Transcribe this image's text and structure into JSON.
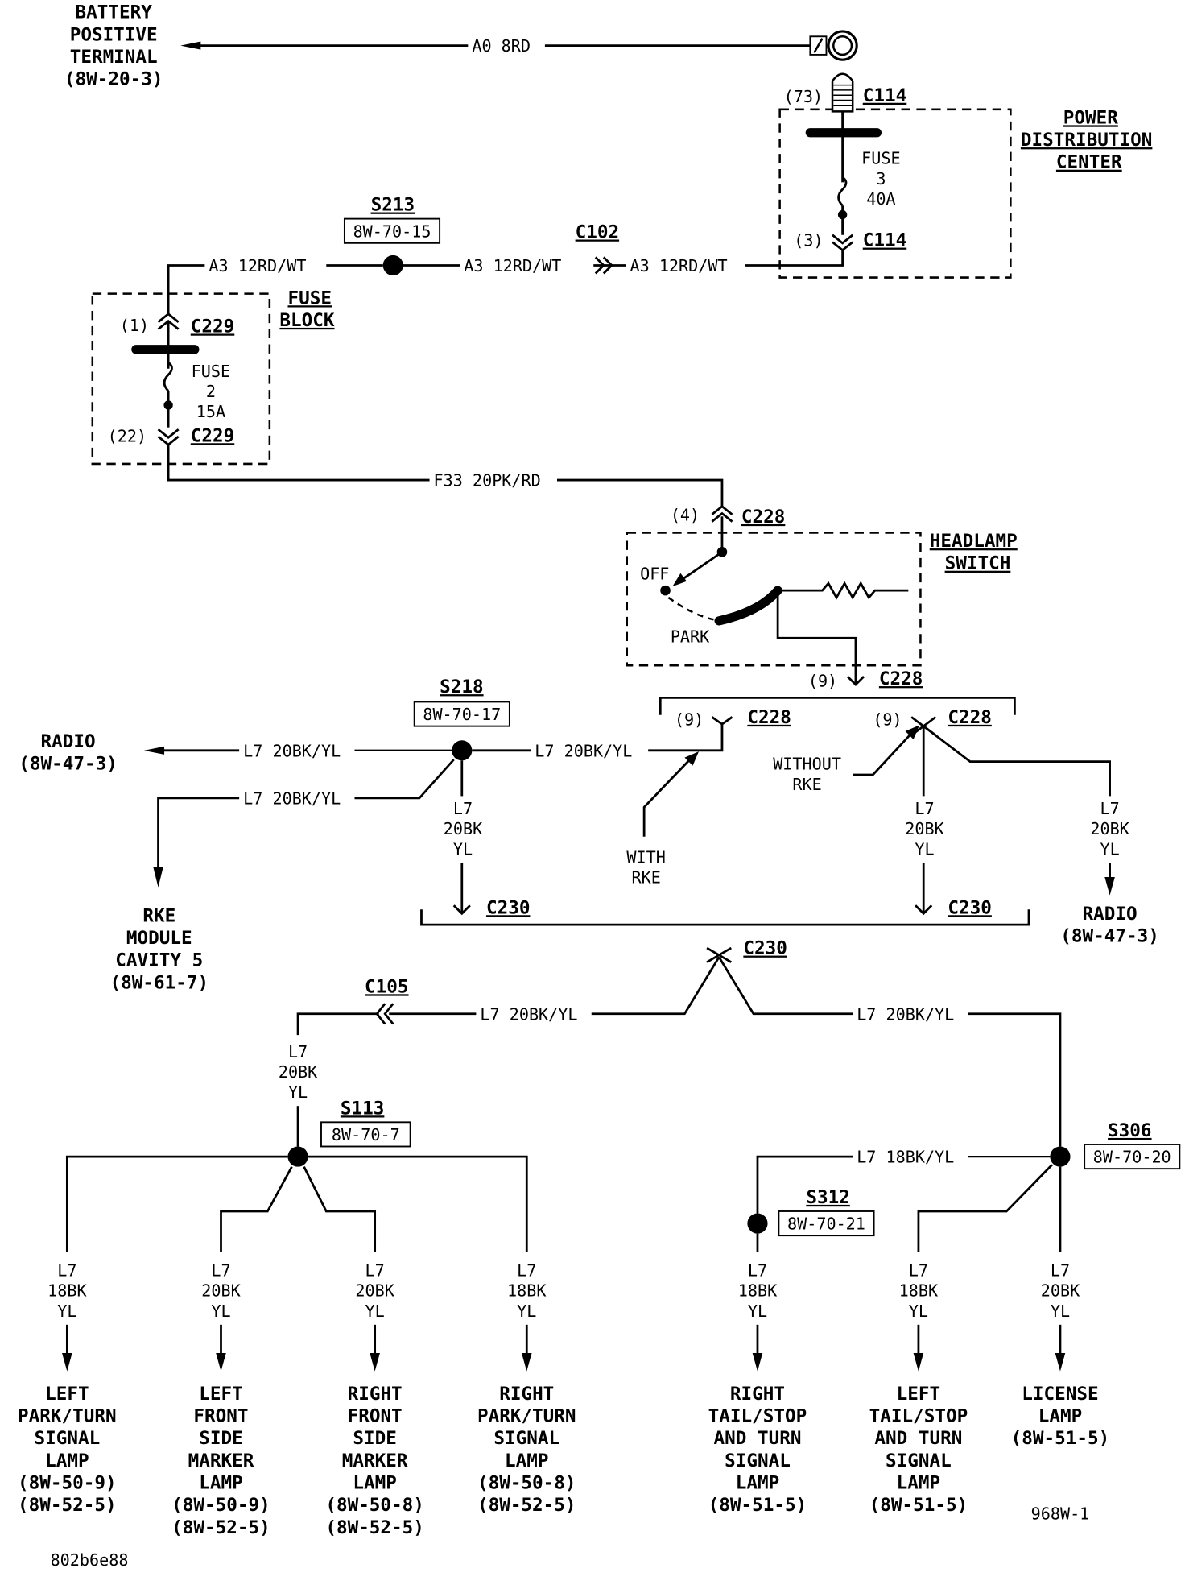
{
  "diagram": {
    "figure_id": "968W-1",
    "image_code": "802b6e88",
    "colors": {
      "ink": "#000000",
      "paper": "#ffffff"
    }
  },
  "sources": {
    "battery": {
      "lines": [
        "BATTERY",
        "POSITIVE",
        "TERMINAL",
        "(8W-20-3)"
      ]
    },
    "battery_wire": "A0 8RD"
  },
  "pdc": {
    "title_lines": [
      "POWER",
      "DISTRIBUTION",
      "CENTER"
    ],
    "c114_top": {
      "name": "C114",
      "pin": "(73)"
    },
    "fuse": {
      "label": "FUSE",
      "number": "3",
      "rating": "40A"
    },
    "c114_bottom": {
      "name": "C114",
      "pin": "(3)"
    }
  },
  "s213": {
    "name": "S213",
    "ref": "8W-70-15"
  },
  "c102": {
    "name": "C102"
  },
  "a3_wires": [
    "A3 12RD/WT",
    "A3 12RD/WT",
    "A3 12RD/WT"
  ],
  "fuse_block": {
    "title_lines": [
      "FUSE",
      "BLOCK"
    ],
    "c229_top": {
      "name": "C229",
      "pin": "(1)"
    },
    "fuse": {
      "label": "FUSE",
      "number": "2",
      "rating": "15A"
    },
    "c229_bottom": {
      "name": "C229",
      "pin": "(22)"
    }
  },
  "f33_wire": "F33 20PK/RD",
  "headlamp_switch": {
    "title_lines": [
      "HEADLAMP",
      "SWITCH"
    ],
    "c228_in": {
      "name": "C228",
      "pin": "(4)"
    },
    "positions": {
      "off": "OFF",
      "park": "PARK"
    },
    "c228_out": {
      "name": "C228",
      "pin": "(9)"
    }
  },
  "c228_options": {
    "with_rke": {
      "name": "C228",
      "pin": "(9)",
      "label_lines": [
        "WITH",
        "RKE"
      ]
    },
    "without_rke": {
      "name": "C228",
      "pin": "(9)",
      "label_lines": [
        "WITHOUT",
        "RKE"
      ]
    }
  },
  "s218": {
    "name": "S218",
    "ref": "8W-70-17"
  },
  "l7_wires": {
    "radio_left": "L7 20BK/YL",
    "rke_left": "L7 20BK/YL",
    "s218_in": "L7 20BK/YL",
    "c105_in": "L7 20BK/YL",
    "s306_in": "L7 20BK/YL",
    "s312_link": "L7 18BK/YL"
  },
  "vertical_wires": {
    "s218_down": [
      "L7",
      "20BK",
      "YL"
    ],
    "without_rke_down": [
      "L7",
      "20BK",
      "YL"
    ],
    "radio_right_down": [
      "L7",
      "20BK",
      "YL"
    ],
    "c105_down": [
      "L7",
      "20BK",
      "YL"
    ]
  },
  "destinations": {
    "radio_left": [
      "RADIO",
      "(8W-47-3)"
    ],
    "radio_right": [
      "RADIO",
      "(8W-47-3)"
    ],
    "rke_module": [
      "RKE",
      "MODULE",
      "CAVITY 5",
      "(8W-61-7)"
    ]
  },
  "c230": {
    "name": "C230"
  },
  "c105": {
    "name": "C105"
  },
  "s113": {
    "name": "S113",
    "ref": "8W-70-7"
  },
  "s306": {
    "name": "S306",
    "ref": "8W-70-20"
  },
  "s312": {
    "name": "S312",
    "ref": "8W-70-21"
  },
  "lamps": [
    {
      "wire": [
        "L7",
        "18BK",
        "YL"
      ],
      "label": [
        "LEFT",
        "PARK/TURN",
        "SIGNAL",
        "LAMP",
        "(8W-50-9)",
        "(8W-52-5)"
      ]
    },
    {
      "wire": [
        "L7",
        "20BK",
        "YL"
      ],
      "label": [
        "LEFT",
        "FRONT",
        "SIDE",
        "MARKER",
        "LAMP",
        "(8W-50-9)",
        "(8W-52-5)"
      ]
    },
    {
      "wire": [
        "L7",
        "20BK",
        "YL"
      ],
      "label": [
        "RIGHT",
        "FRONT",
        "SIDE",
        "MARKER",
        "LAMP",
        "(8W-50-8)",
        "(8W-52-5)"
      ]
    },
    {
      "wire": [
        "L7",
        "18BK",
        "YL"
      ],
      "label": [
        "RIGHT",
        "PARK/TURN",
        "SIGNAL",
        "LAMP",
        "(8W-50-8)",
        "(8W-52-5)"
      ]
    },
    {
      "wire": [
        "L7",
        "18BK",
        "YL"
      ],
      "label": [
        "RIGHT",
        "TAIL/STOP",
        "AND TURN",
        "SIGNAL",
        "LAMP",
        "(8W-51-5)"
      ]
    },
    {
      "wire": [
        "L7",
        "18BK",
        "YL"
      ],
      "label": [
        "LEFT",
        "TAIL/STOP",
        "AND TURN",
        "SIGNAL",
        "LAMP",
        "(8W-51-5)"
      ]
    },
    {
      "wire": [
        "L7",
        "20BK",
        "YL"
      ],
      "label": [
        "LICENSE",
        "LAMP",
        "(8W-51-5)"
      ]
    }
  ]
}
